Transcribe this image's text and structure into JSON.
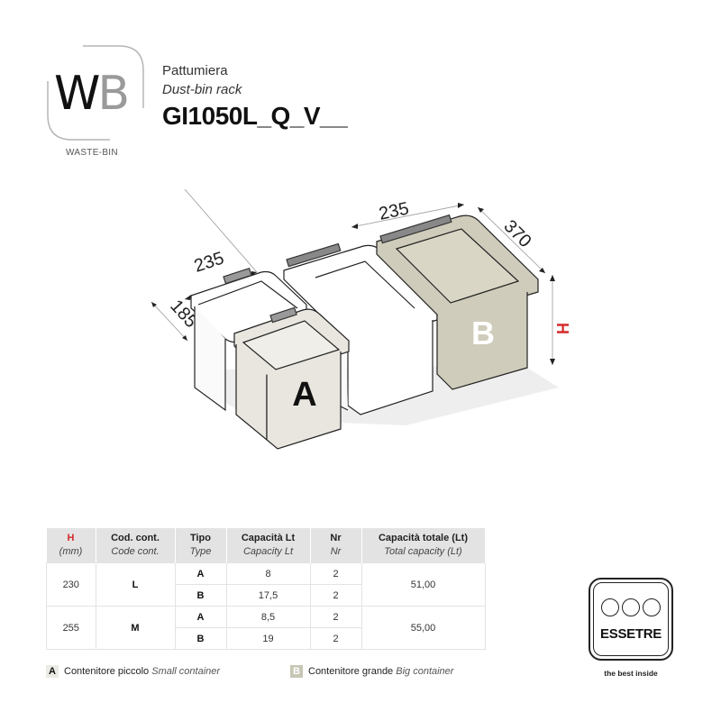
{
  "header": {
    "logo_letter_w": "W",
    "logo_letter_b": "B",
    "logo_caption": "WASTE-BIN",
    "title_it": "Pattumiera",
    "title_en": "Dust-bin rack",
    "product_code": "GI1050L_Q_V__"
  },
  "drawing": {
    "dim_width_small": "235",
    "dim_depth_small": "185",
    "dim_width_big": "235",
    "dim_depth_big": "370",
    "dim_height": "H",
    "container_a_label": "A",
    "container_b_label": "B",
    "colors": {
      "container_a": "#e8e6df",
      "container_b": "#cfccbb",
      "outline": "#222222",
      "height_label": "#d42a2a"
    }
  },
  "table": {
    "headers": [
      {
        "it": "H",
        "en": "(mm)"
      },
      {
        "it": "Cod. cont.",
        "en": "Code cont."
      },
      {
        "it": "Tipo",
        "en": "Type"
      },
      {
        "it": "Capacità Lt",
        "en": "Capacity Lt"
      },
      {
        "it": "Nr",
        "en": "Nr"
      },
      {
        "it": "Capacità totale (Lt)",
        "en": "Total capacity (Lt)"
      }
    ],
    "groups": [
      {
        "h": "230",
        "code": "L",
        "total": "51,00",
        "rows": [
          {
            "type": "A",
            "capacity": "8",
            "nr": "2"
          },
          {
            "type": "B",
            "capacity": "17,5",
            "nr": "2"
          }
        ]
      },
      {
        "h": "255",
        "code": "M",
        "total": "55,00",
        "rows": [
          {
            "type": "A",
            "capacity": "8,5",
            "nr": "2"
          },
          {
            "type": "B",
            "capacity": "19",
            "nr": "2"
          }
        ]
      }
    ]
  },
  "legend": {
    "a": {
      "swatch": "A",
      "it": "Contenitore piccolo",
      "en": "Small container"
    },
    "b": {
      "swatch": "B",
      "it": "Contenitore grande",
      "en": "Big container"
    }
  },
  "brand": {
    "name": "ESSETRE",
    "tagline": "the best inside"
  }
}
